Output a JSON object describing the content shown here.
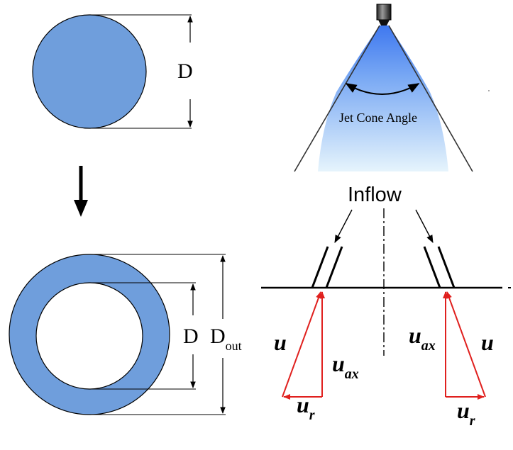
{
  "labels": {
    "d_top": "D",
    "d_inner": "D",
    "d_out_main": "D",
    "d_out_sub": "out",
    "jet_cone_angle": "Jet Cone Angle",
    "inflow": "Inflow",
    "u_left": "u",
    "u_ax_left_main": "u",
    "u_ax_left_sub": "ax",
    "u_r_left_main": "u",
    "u_r_left_sub": "r",
    "u_ax_right_main": "u",
    "u_ax_right_sub": "ax",
    "u_right": "u",
    "u_r_right_main": "u",
    "u_r_right_sub": "r"
  },
  "colors": {
    "disk_fill": "#6f9edc",
    "spray_top": "#4f86f0",
    "spray_bottom": "#dff0fb",
    "vector_red": "#e0201e",
    "line": "#000000"
  },
  "icons": {
    "nozzle": "spray-nozzle-icon",
    "arrow": "down-arrow-icon"
  }
}
